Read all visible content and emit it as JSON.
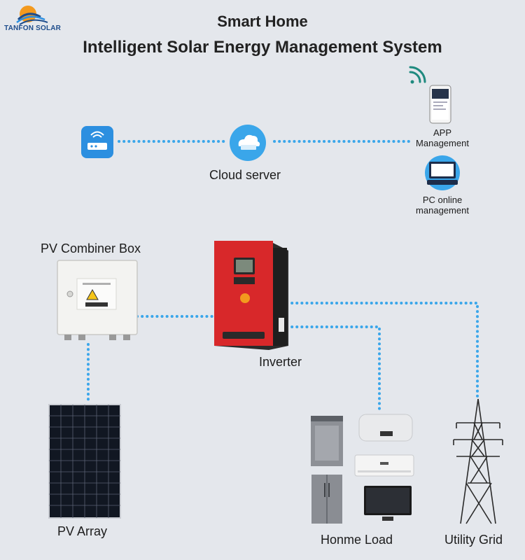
{
  "brand": {
    "name": "TANFON SOLAR"
  },
  "header": {
    "title_line1": "Smart Home",
    "title_line2": "Intelligent Solar Energy Management System"
  },
  "nodes": {
    "cloud_server": "Cloud server",
    "app_line1": "APP",
    "app_line2": "Management",
    "pc_line1": "PC online",
    "pc_line2": "management",
    "combiner_box": "PV Combiner Box",
    "inverter": "Inverter",
    "pv_array": "PV Array",
    "home_load": "Honme Load",
    "utility_grid": "Utility Grid"
  },
  "colors": {
    "background": "#e4e7ec",
    "connector": "#3aa6ea",
    "inverter_red": "#d8282a",
    "router_blue": "#2c8fe0",
    "logo_orange": "#f39a1e",
    "logo_blue": "#1e4d8c"
  }
}
